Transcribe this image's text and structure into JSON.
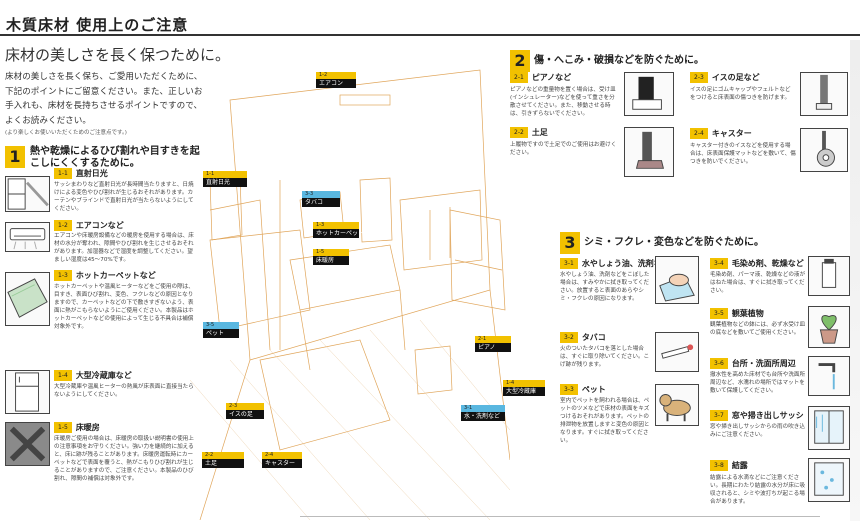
{
  "title": "木質床材 使用上のご注意",
  "subtitle": "床材の美しさを長く保つために。",
  "intro": "床材の美しさを長く保ち、ご愛用いただくために、下記のポイントにご留意ください。また、正しいお手入れも、床材を長持ちさせるポイントですので、よくお読みください。",
  "note": "(より楽しくお使いいただくためのご注意点です。)",
  "section1": {
    "number": "1",
    "title": "熱や乾燥によるひび割れや目すきを起こしにくくするために。",
    "items": [
      {
        "num": "1-1",
        "title": "直射日光",
        "text": "サッシまわりなど直射日光が長時間当たりますと、日焼けによる変色やひび割れが生じるおそれがあります。カーテンやブラインドで直射日光が当たらないようにしてください。"
      },
      {
        "num": "1-2",
        "title": "エアコンなど",
        "text": "エアコンや床暖房設備などの暖房を使用する場合は、床材の水分が奪われ、隙間やひび割れを生じさせるおそれがあります。加湿器などで湿度を調整してください。望ましい湿度は45〜70%です。"
      },
      {
        "num": "1-3",
        "title": "ホットカーペットなど",
        "text": "ホットカーペットや温風ヒーターなどをご使用の際は、目すき、表面ひび割れ、変色、フクレなどの原因となりますので、カーペットなどの下で敷きすぎないよう、表面に熱がこもらないようにご使用ください。本製品はホットカーペットなどの使用によって生じる不具合は補償対象外です。"
      },
      {
        "num": "1-4",
        "title": "大型冷蔵庫など",
        "text": "大型冷蔵庫や温風ヒーターの熱風が床表面に直接当たらないようにしてください。"
      },
      {
        "num": "1-5",
        "title": "床暖房",
        "text": "床暖房ご使用の場合は、床暖房の取扱い説明書の使用上の注意事項をお守りください。強い力を継続的に加えると、床に跡が残ることがあります。床暖房運転時にカーペットなどで表面を覆うと、熱がこもりひび割れが生じることがありますので、ご注意ください。本製品のひび割れ、隙間の補償は対象外です。"
      }
    ]
  },
  "section2": {
    "number": "2",
    "title": "傷・へこみ・破損などを防ぐために。",
    "items": [
      {
        "num": "2-1",
        "title": "ピアノなど",
        "text": "ピアノなどの重量物を置く場合は、受け皿(インシュレーター)などを使って重さを分散させてください。また、移動させる時は、引きずらないでください。"
      },
      {
        "num": "2-2",
        "title": "土足",
        "text": "上履物ですので土足でのご使用はお避けください。"
      },
      {
        "num": "2-3",
        "title": "イスの足など",
        "text": "イスの足にゴムキャップやフェルトなどをつけると床表面の傷つきを防げます。"
      },
      {
        "num": "2-4",
        "title": "キャスター",
        "text": "キャスター付きのイスなどを使用する場合は、床表面保護マットなどを敷いて、傷つきを防いでください。"
      }
    ]
  },
  "section3": {
    "number": "3",
    "title": "シミ・フクレ・変色などを防ぐために。",
    "items": [
      {
        "num": "3-1",
        "title": "水やしょう油、洗剤など",
        "text": "水やしょう油、洗剤などをこぼした場合は、すみやかに拭き取ってください。放置すると表面のあらやシミ・フクレの原因になります。"
      },
      {
        "num": "3-2",
        "title": "タバコ",
        "text": "火のついたタバコを落とした場合は、すぐに取り除いてください。こげ跡が残ります。"
      },
      {
        "num": "3-3",
        "title": "ペット",
        "text": "室内でペットを飼われる場合は、ペットのツメなどで床材の表面をキズつけるおそれがあります。ペットの排泄物を放置しますと変色の原因となります。すぐに拭き取ってください。"
      },
      {
        "num": "3-4",
        "title": "毛染め剤、乾燥など",
        "text": "毛染め剤、パーマ液、乾燥などの液がはねた場合は、すぐに拭き取ってください。"
      },
      {
        "num": "3-5",
        "title": "観葉植物",
        "text": "観葉植物などの鉢には、必ず水受け皿の底などを敷いてご使用ください。"
      },
      {
        "num": "3-6",
        "title": "台所・洗面所周辺",
        "text": "撤水性を高めた床材でも台所や洗面所周辺など、水濡れの場所ではマットを敷いて保護してください。"
      },
      {
        "num": "3-7",
        "title": "窓や掃き出しサッシ",
        "text": "窓や掃き出しサッシからの雨の吹き込みにご注意ください。"
      },
      {
        "num": "3-8",
        "title": "結露",
        "text": "結露による水滴などにご注意ください。長期にわたり結露の水分が床に吸収されると、シミや波打ちが起こる場合があります。"
      }
    ]
  },
  "tags": [
    {
      "num": "1-2",
      "label": "エアコン",
      "kind": "yellow"
    },
    {
      "num": "1-1",
      "label": "直射日光",
      "kind": "yellow"
    },
    {
      "num": "3-3",
      "label": "タバコ",
      "kind": "blue"
    },
    {
      "num": "1-3",
      "label": "ホットカーペット",
      "kind": "yellow"
    },
    {
      "num": "1-5",
      "label": "床暖房",
      "kind": "yellow"
    },
    {
      "num": "3-5",
      "label": "ペット",
      "kind": "blue"
    },
    {
      "num": "2-1",
      "label": "ピアノ",
      "kind": "yellow"
    },
    {
      "num": "1-4",
      "label": "大型冷蔵庫",
      "kind": "yellow"
    },
    {
      "num": "2-3",
      "label": "イスの足",
      "kind": "yellow"
    },
    {
      "num": "3-1",
      "label": "水・洗剤など",
      "kind": "blue"
    },
    {
      "num": "2-2",
      "label": "土足",
      "kind": "yellow"
    },
    {
      "num": "2-4",
      "label": "キャスター",
      "kind": "yellow"
    }
  ],
  "colors": {
    "accent": "#f2c100",
    "blue": "#59b7e0",
    "tagDark": "#111111"
  }
}
